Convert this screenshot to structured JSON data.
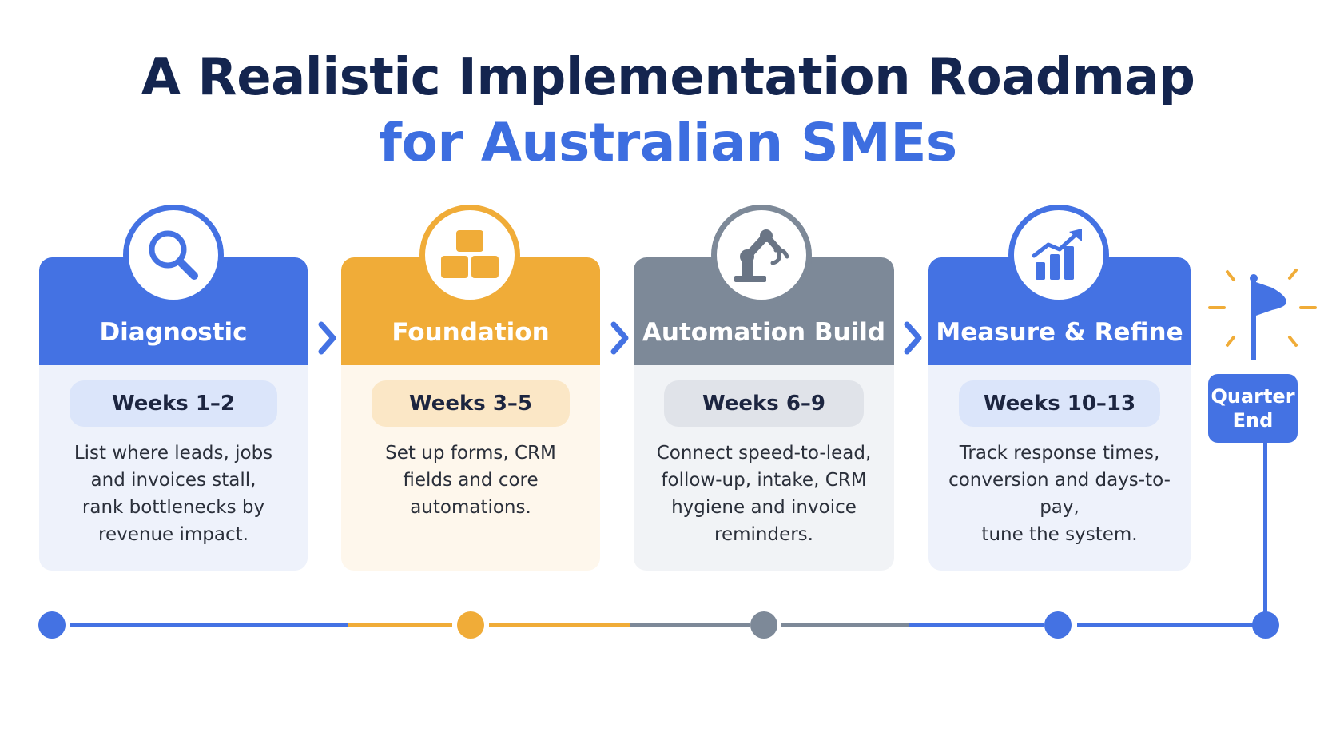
{
  "title": {
    "line1": "A Realistic Implementation Roadmap",
    "line2": "for Australian SMEs"
  },
  "colors": {
    "blue": "#4472e3",
    "amber": "#f0ac38",
    "slate": "#7d8998",
    "navy": "#14254f",
    "accent": "#3d6ee0"
  },
  "phases": [
    {
      "name": "Diagnostic",
      "weeks": "Weeks 1–2",
      "icon": "magnifier-icon",
      "description": [
        "List where leads, jobs",
        "and invoices stall,",
        "rank bottlenecks by",
        "revenue impact."
      ]
    },
    {
      "name": "Foundation",
      "weeks": "Weeks 3–5",
      "icon": "blocks-icon",
      "description": [
        "Set up forms, CRM",
        "fields and core",
        "automations."
      ]
    },
    {
      "name": "Automation Build",
      "weeks": "Weeks 6–9",
      "icon": "robot-arm-icon",
      "description": [
        "Connect speed-to-lead,",
        "follow-up, intake, CRM",
        "hygiene and invoice",
        "reminders."
      ]
    },
    {
      "name": "Measure & Refine",
      "weeks": "Weeks 10–13",
      "icon": "growth-chart-icon",
      "description": [
        "Track response times,",
        "conversion and days-to-pay,",
        "tune the system."
      ]
    }
  ],
  "milestone": {
    "line1": "Quarter",
    "line2": "End",
    "icon": "flag-icon"
  }
}
